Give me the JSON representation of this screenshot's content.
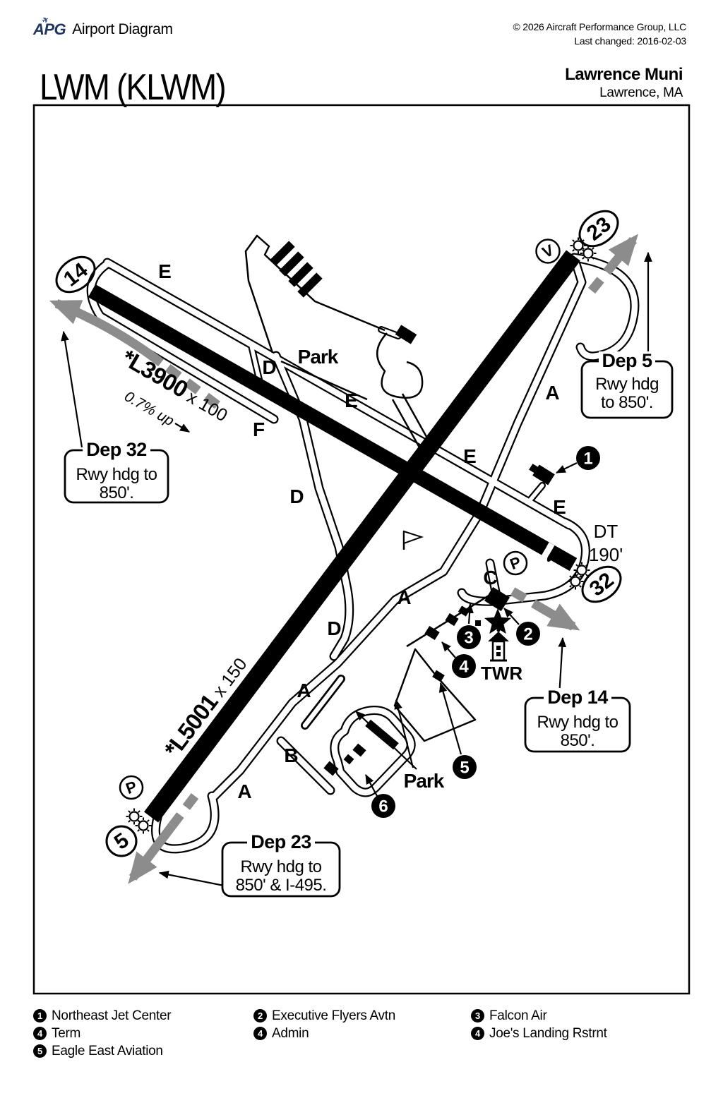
{
  "header": {
    "logo": "APG",
    "plane_icon": "✈",
    "product": "Airport Diagram",
    "copyright": "© 2026 Aircraft Performance Group, LLC",
    "last_changed": "Last changed: 2016-02-03"
  },
  "airport": {
    "code": "LWM (KLWM)",
    "name": "Lawrence Muni",
    "city": "Lawrence, MA"
  },
  "diagram": {
    "runway_ends": {
      "r14": "14",
      "r23": "23",
      "r32": "32",
      "r5": "5"
    },
    "runways": [
      {
        "label": "*L3900",
        "dims": " x 100",
        "slope": "0.7% up"
      },
      {
        "label": "*L5001",
        "dims": " x 150"
      }
    ],
    "taxiways": {
      "e1": "E",
      "d1": "D",
      "park_north": "Park",
      "e2": "E",
      "f": "F",
      "a1": "A",
      "e3": "E",
      "e4": "E",
      "d2": "D",
      "a2": "A",
      "c": "C",
      "d3": "D",
      "a3": "A",
      "b": "B",
      "a4": "A",
      "park_south": "Park"
    },
    "displaced_threshold": {
      "line1": "DT",
      "line2": "190'"
    },
    "tower_label": "TWR",
    "circled": {
      "v": "V",
      "p1": "P",
      "p2": "P"
    },
    "callouts": {
      "dep32": {
        "title": "Dep 32",
        "line1": "Rwy hdg to",
        "line2": "850'."
      },
      "dep5": {
        "title": "Dep 5",
        "line1": "Rwy hdg",
        "line2": "to 850'."
      },
      "dep14": {
        "title": "Dep 14",
        "line1": "Rwy hdg to",
        "line2": "850'."
      },
      "dep23": {
        "title": "Dep 23",
        "line1": "Rwy hdg to",
        "line2": "850' & I-495."
      }
    },
    "markers": {
      "m1": "1",
      "m2": "2",
      "m3": "3",
      "m4": "4",
      "m5": "5",
      "m6": "6"
    }
  },
  "legend": {
    "columns": [
      [
        {
          "num": "1",
          "label": "Northeast Jet Center"
        },
        {
          "num": "4",
          "label": "Term"
        },
        {
          "num": "5",
          "label": "Eagle East Aviation"
        }
      ],
      [
        {
          "num": "2",
          "label": "Executive Flyers Avtn"
        },
        {
          "num": "4",
          "label": "Admin"
        }
      ],
      [
        {
          "num": "3",
          "label": "Falcon Air"
        },
        {
          "num": "4",
          "label": "Joe's Landing Rstrnt"
        }
      ]
    ]
  },
  "colors": {
    "ink": "#000000",
    "arrow_gray": "#8c8c8c",
    "logo_navy": "#21365f"
  }
}
